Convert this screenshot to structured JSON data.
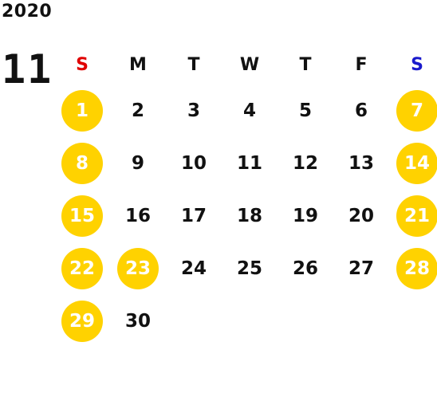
{
  "year": "2020",
  "month": "11",
  "colors": {
    "sunday_label": "#e00000",
    "saturday_label": "#1a1acc",
    "weekday_label": "#111111",
    "holiday_fill": "#ffd200",
    "holiday_text": "#ffffff",
    "day_text": "#111111"
  },
  "weekdays": [
    "S",
    "M",
    "T",
    "W",
    "T",
    "F",
    "S"
  ],
  "weeks": [
    [
      {
        "day": "1",
        "highlight": true
      },
      {
        "day": "2",
        "highlight": false
      },
      {
        "day": "3",
        "highlight": false
      },
      {
        "day": "4",
        "highlight": false
      },
      {
        "day": "5",
        "highlight": false
      },
      {
        "day": "6",
        "highlight": false
      },
      {
        "day": "7",
        "highlight": true
      }
    ],
    [
      {
        "day": "8",
        "highlight": true
      },
      {
        "day": "9",
        "highlight": false
      },
      {
        "day": "10",
        "highlight": false
      },
      {
        "day": "11",
        "highlight": false
      },
      {
        "day": "12",
        "highlight": false
      },
      {
        "day": "13",
        "highlight": false
      },
      {
        "day": "14",
        "highlight": true
      }
    ],
    [
      {
        "day": "15",
        "highlight": true
      },
      {
        "day": "16",
        "highlight": false
      },
      {
        "day": "17",
        "highlight": false
      },
      {
        "day": "18",
        "highlight": false
      },
      {
        "day": "19",
        "highlight": false
      },
      {
        "day": "20",
        "highlight": false
      },
      {
        "day": "21",
        "highlight": true
      }
    ],
    [
      {
        "day": "22",
        "highlight": true
      },
      {
        "day": "23",
        "highlight": true
      },
      {
        "day": "24",
        "highlight": false
      },
      {
        "day": "25",
        "highlight": false
      },
      {
        "day": "26",
        "highlight": false
      },
      {
        "day": "27",
        "highlight": false
      },
      {
        "day": "28",
        "highlight": true
      }
    ],
    [
      {
        "day": "29",
        "highlight": true
      },
      {
        "day": "30",
        "highlight": false
      }
    ]
  ]
}
